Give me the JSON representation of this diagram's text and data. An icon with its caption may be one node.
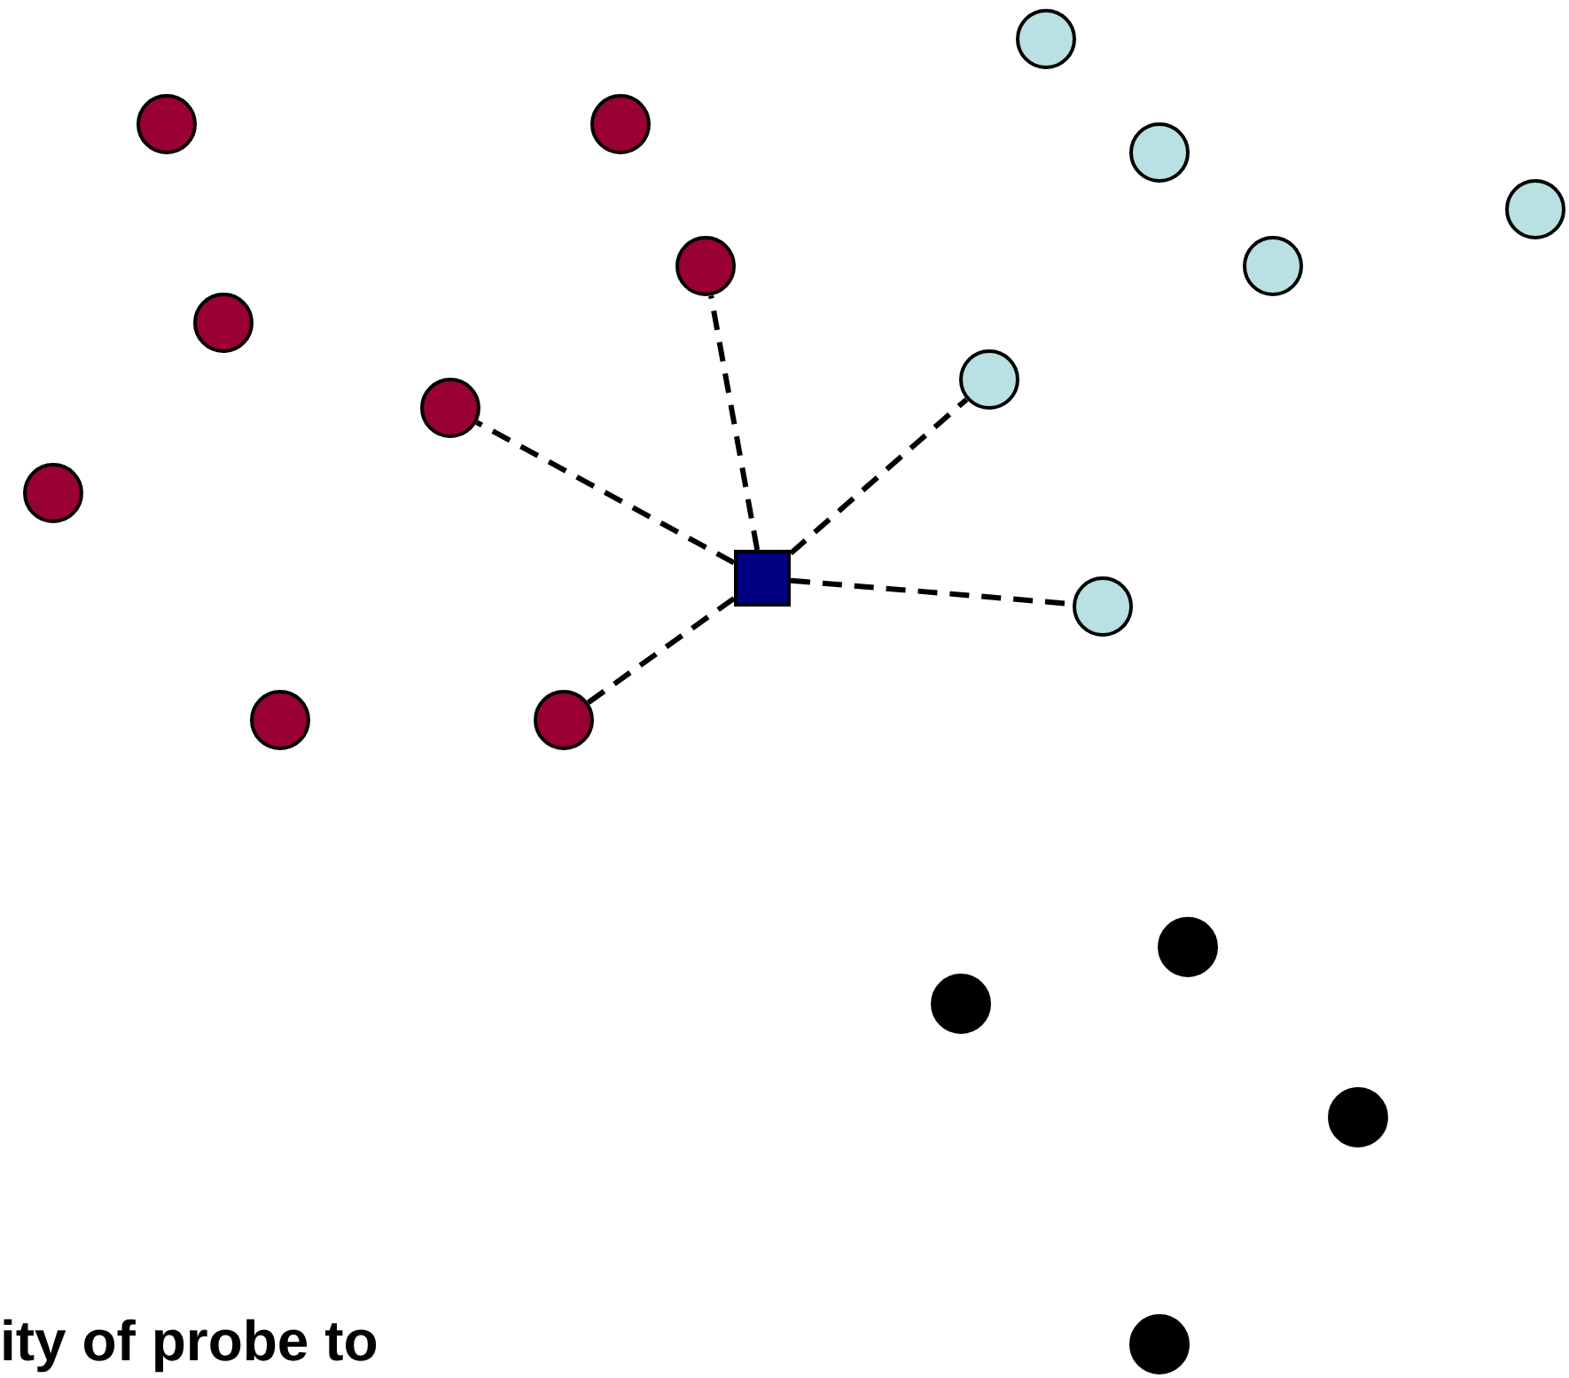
{
  "diagram": {
    "nodes": [
      {
        "text": [],
        "shape": "circle"
      },
      {
        "text": [],
        "shape": "circle"
      },
      {
        "text": [],
        "shape": "circle"
      },
      {
        "text": [],
        "shape": "circle"
      },
      {
        "text": [],
        "shape": "circle"
      },
      {
        "text": [],
        "shape": "circle"
      },
      {
        "text": [],
        "shape": "circle"
      },
      {
        "text": [],
        "shape": "circle"
      },
      {
        "text": [],
        "shape": "circle"
      },
      {
        "text": [],
        "shape": "circle"
      },
      {
        "text": [],
        "shape": "circle"
      },
      {
        "text": [],
        "shape": "box"
      },
      {
        "text": [],
        "shape": "circle"
      },
      {
        "text": [],
        "shape": "circle"
      },
      {
        "text": [],
        "shape": "circle"
      },
      {
        "text": [],
        "shape": "circle"
      },
      {
        "text": [],
        "shape": "circle"
      },
      {
        "text": [],
        "shape": "circle"
      },
      {
        "text": [],
        "shape": "circle"
      }
    ],
    "edges": [
      {
        "from": 11,
        "to": 9,
        "arrow": "none",
        "style": "dashed"
      },
      {
        "from": 11,
        "to": 5,
        "arrow": "none",
        "style": "dashed"
      },
      {
        "from": 11,
        "to": 8,
        "arrow": "none",
        "style": "dashed"
      },
      {
        "from": 11,
        "to": 12,
        "arrow": "none",
        "style": "dashed"
      },
      {
        "from": 11,
        "to": 14,
        "arrow": "none",
        "style": "dashed"
      }
    ],
    "labels": [
      "ity of probe to"
    ]
  }
}
